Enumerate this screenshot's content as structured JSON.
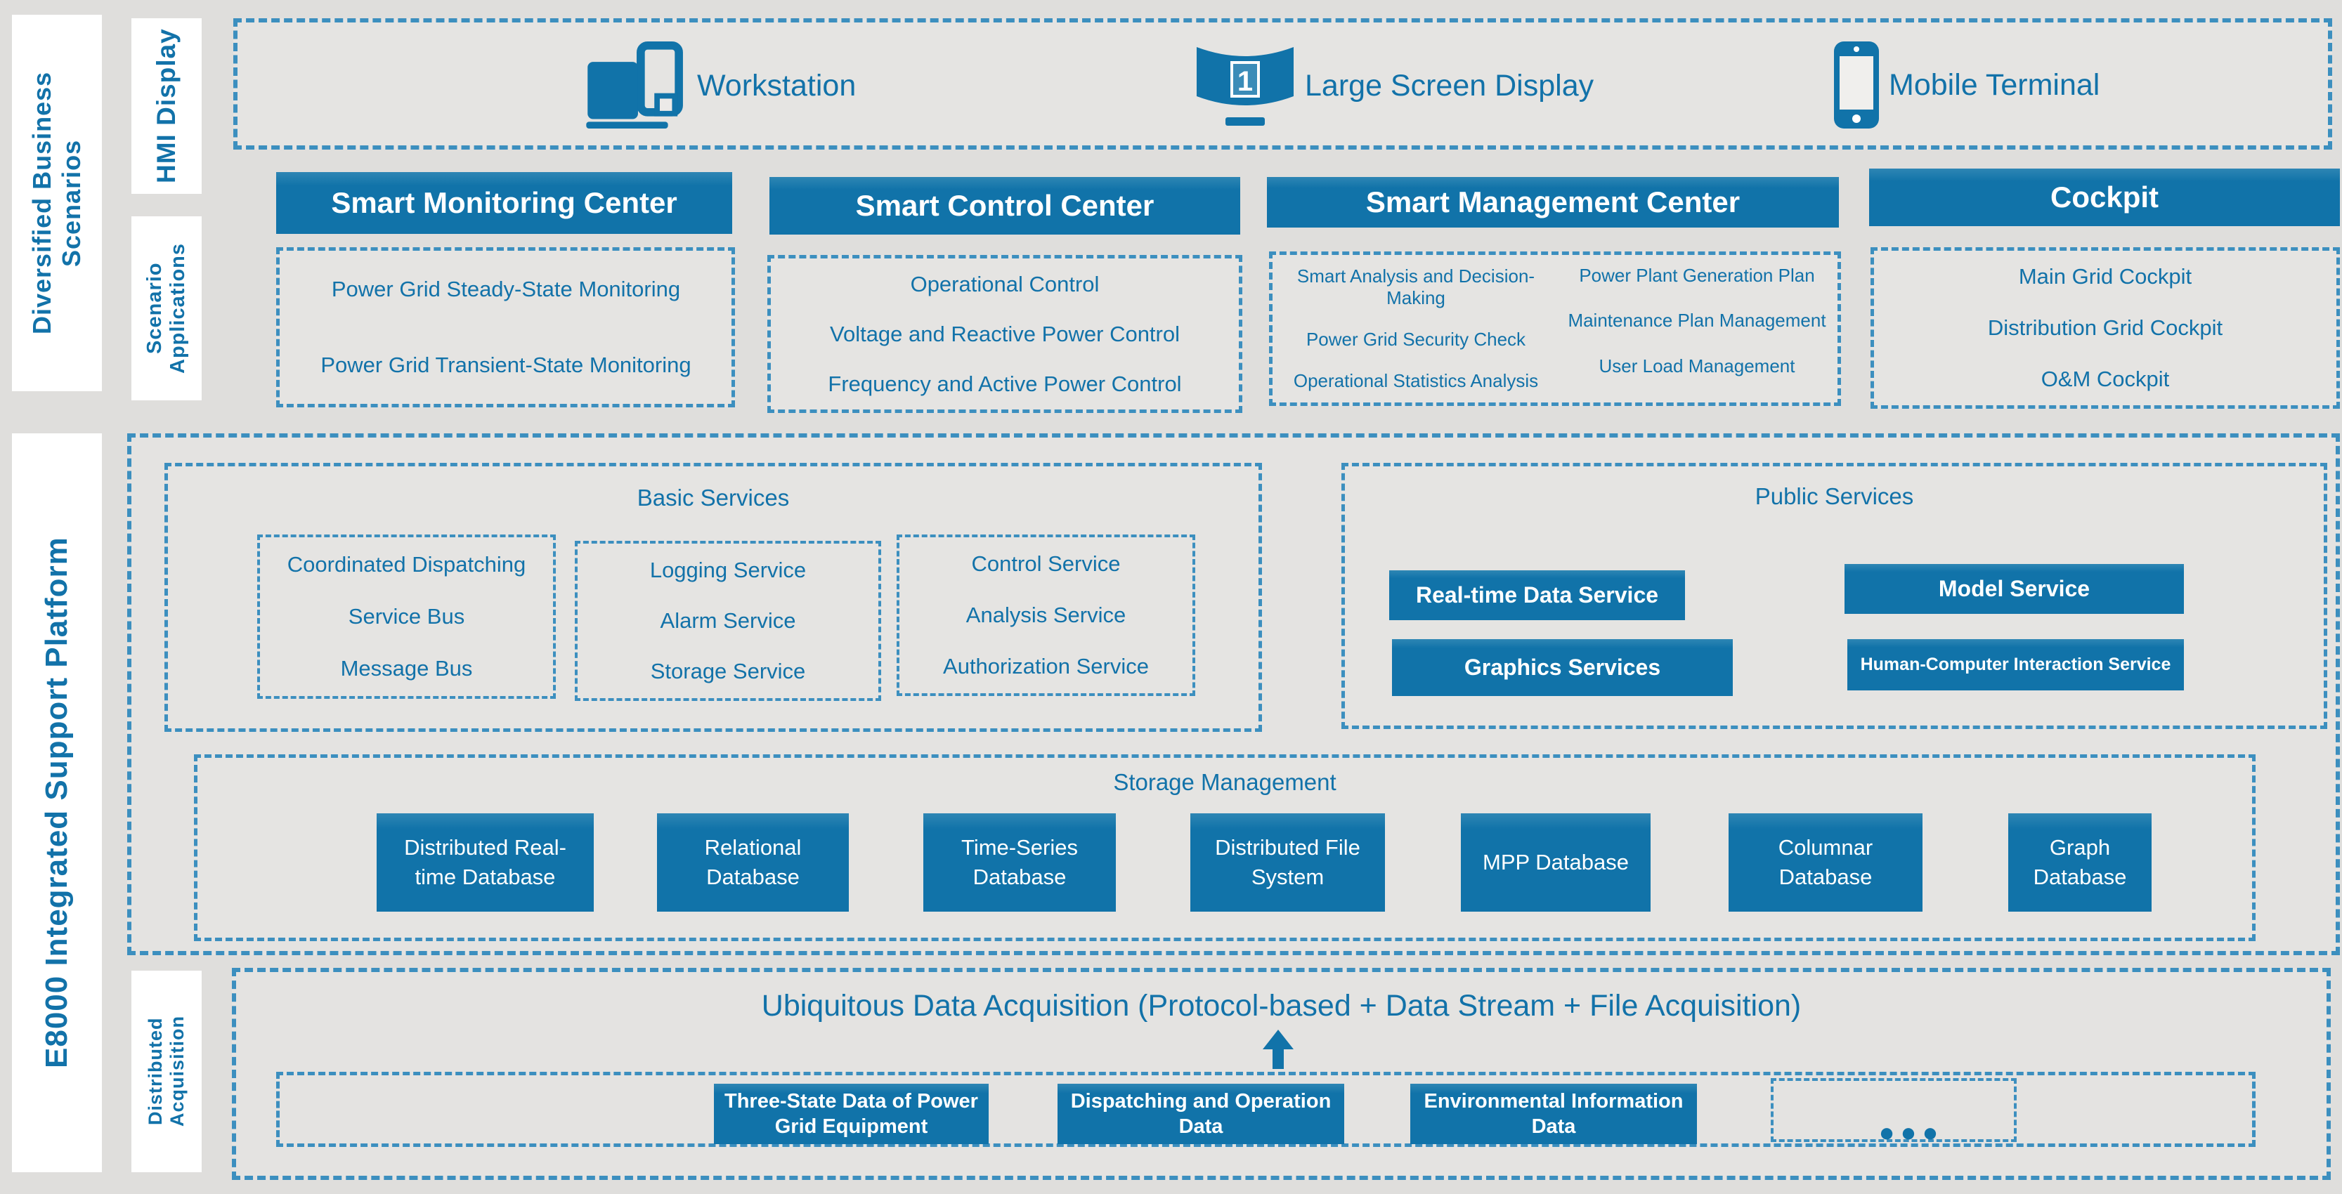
{
  "colors": {
    "accent": "#1173a9",
    "dash_border": "#3c8fbf",
    "text_blue": "#1272a9",
    "background": "#dfdedc",
    "panel_white": "#ffffff"
  },
  "left_rail": {
    "business_scenarios": "Diversified Business Scenarios",
    "platform": "E8000 Integrated Support Platform"
  },
  "side_rail": {
    "hmi": "HMI Display",
    "scenario": "Scenario Applications",
    "acquisition": "Distributed Acquisition"
  },
  "hmi": {
    "items": [
      {
        "icon": "workstation-icon",
        "label": "Workstation"
      },
      {
        "icon": "large-screen-display-icon",
        "label": "Large Screen Display",
        "badge": "1"
      },
      {
        "icon": "mobile-terminal-icon",
        "label": "Mobile Terminal"
      }
    ]
  },
  "centers": {
    "monitoring": {
      "title": "Smart Monitoring Center",
      "items": [
        "Power Grid Steady-State Monitoring",
        "Power Grid Transient-State Monitoring"
      ]
    },
    "control": {
      "title": "Smart Control Center",
      "items": [
        "Operational Control",
        "Voltage and Reactive Power Control",
        "Frequency and Active Power Control"
      ]
    },
    "management": {
      "title": "Smart Management Center",
      "left_items": [
        "Smart Analysis and Decision-Making",
        "Power Grid Security Check",
        "Operational Statistics Analysis"
      ],
      "right_items": [
        "Power Plant Generation Plan",
        "Maintenance Plan Management",
        "User Load Management"
      ]
    },
    "cockpit": {
      "title": "Cockpit",
      "items": [
        "Main Grid Cockpit",
        "Distribution Grid Cockpit",
        "O&M Cockpit"
      ]
    }
  },
  "platform": {
    "basic_services": {
      "title": "Basic Services",
      "groups": [
        [
          "Coordinated Dispatching",
          "Service Bus",
          "Message Bus"
        ],
        [
          "Logging Service",
          "Alarm Service",
          "Storage Service"
        ],
        [
          "Control Service",
          "Analysis Service",
          "Authorization Service"
        ]
      ]
    },
    "public_services": {
      "title": "Public Services",
      "buttons": [
        "Real-time Data Service",
        "Model Service",
        "Graphics Services",
        "Human-Computer Interaction Service"
      ]
    },
    "storage": {
      "title": "Storage Management",
      "databases": [
        "Distributed Real-time Database",
        "Relational Database",
        "Time-Series Database",
        "Distributed File System",
        "MPP Database",
        "Columnar Database",
        "Graph Database"
      ]
    }
  },
  "acquisition": {
    "title": "Ubiquitous Data Acquisition (Protocol-based + Data Stream + File Acquisition)",
    "sources": [
      "Three-State Data of Power Grid Equipment",
      "Dispatching and Operation Data",
      "Environmental Information Data"
    ],
    "more": "●●●"
  }
}
